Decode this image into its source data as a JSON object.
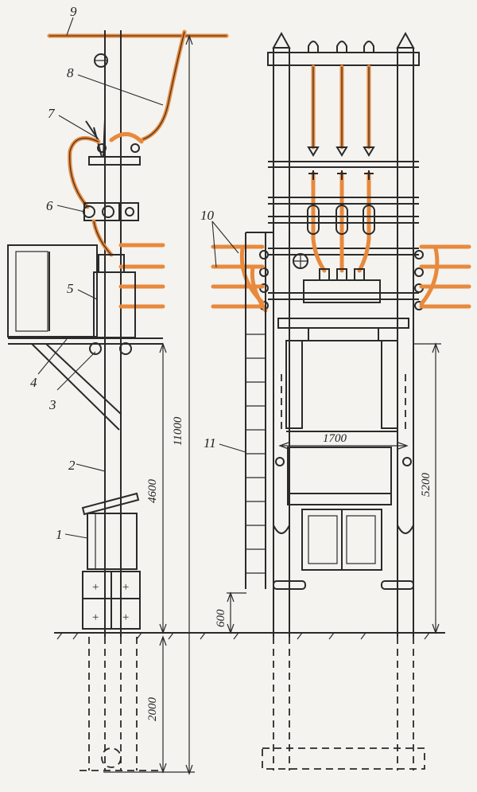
{
  "labels": {
    "l1": "1",
    "l2": "2",
    "l3": "3",
    "l4": "4",
    "l5": "5",
    "l6": "6",
    "l7": "7",
    "l8": "8",
    "l9": "9",
    "l10": "10",
    "l11": "11"
  },
  "dimensions": {
    "d11000": "11000",
    "d4600": "4600",
    "d2000": "2000",
    "d1700": "1700",
    "d5200": "5200",
    "d600": "600"
  },
  "colors": {
    "wire": "#e8893c",
    "ink": "#2a2a2a",
    "paper": "#f4f3ef"
  }
}
